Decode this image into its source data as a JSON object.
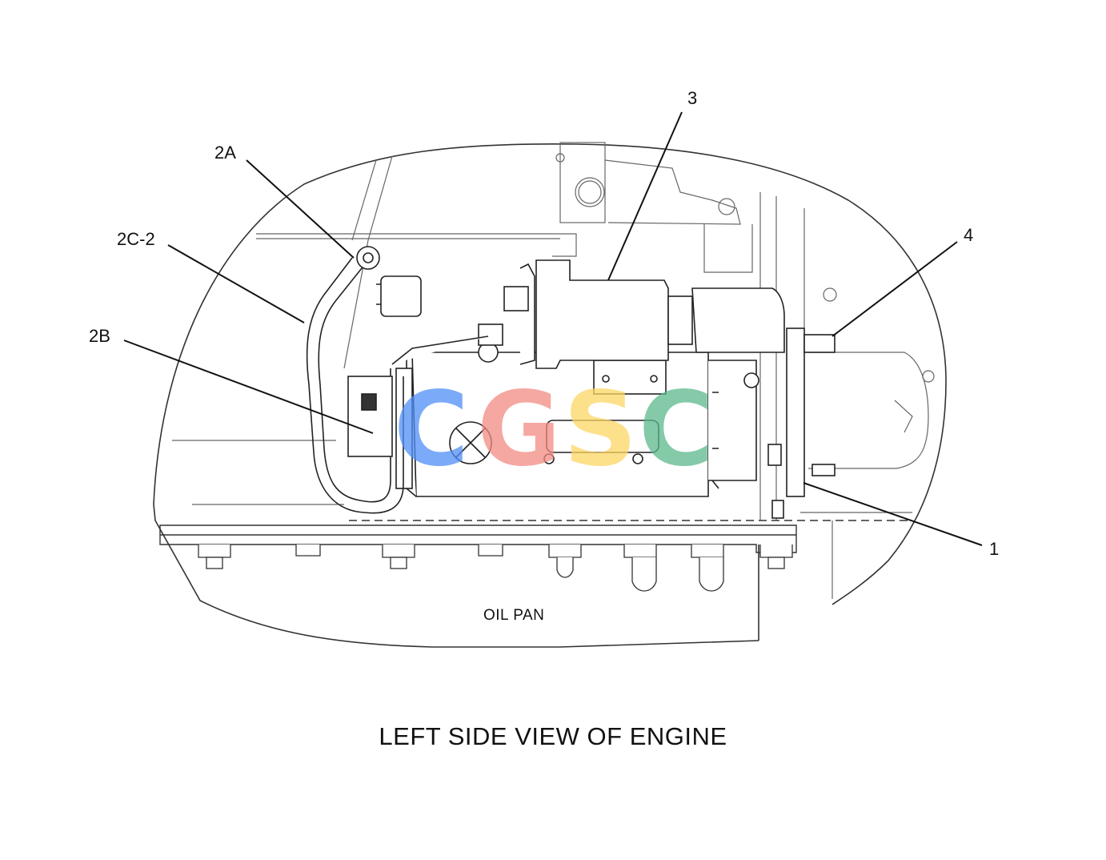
{
  "callouts": {
    "c3": "3",
    "c2a": "2A",
    "c2c2": "2C-2",
    "c4": "4",
    "c2b": "2B",
    "c1": "1"
  },
  "labels": {
    "oil_pan": "OIL PAN",
    "caption": "LEFT SIDE VIEW OF ENGINE"
  },
  "watermark": {
    "letters": [
      "C",
      "G",
      "S",
      "C"
    ],
    "colors": [
      "#4f8ef7",
      "#f28b82",
      "#fdd663",
      "#5bb98b"
    ]
  },
  "colors": {
    "line": "#111111",
    "detail": "#555555"
  }
}
